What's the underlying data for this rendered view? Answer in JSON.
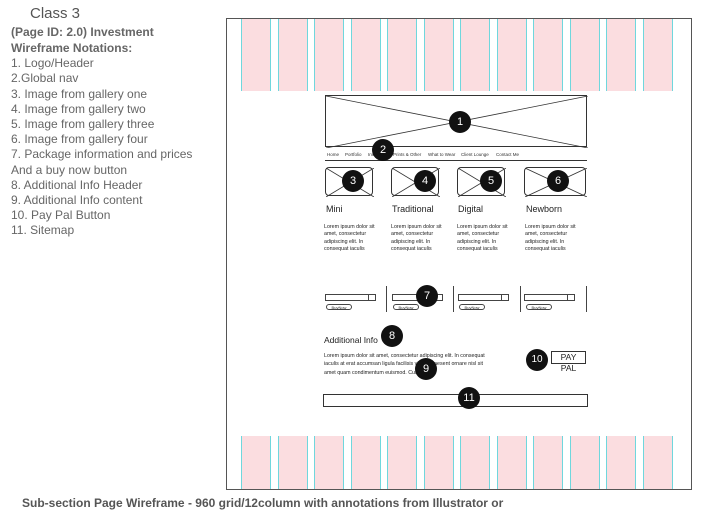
{
  "header": {
    "class_title": "Class 3",
    "page_id": "(Page ID: 2.0) Investment"
  },
  "notations": {
    "heading": "Wireframe Notations:",
    "items": [
      "1. Logo/Header",
      "2.Global nav",
      "3. Image from gallery one",
      "4. Image from gallery two",
      "5. Image from gallery three",
      "6. Image from gallery four",
      "7. Package information and prices",
      "And a buy now button",
      "8. Additional Info Header",
      "9. Additional Info content",
      "10. Pay Pal Button",
      "11. Sitemap"
    ]
  },
  "wireframe": {
    "nav_items": [
      "Home",
      "Portfolio",
      "Investment",
      "Prints & Other",
      "What to Wear",
      "Client Lounge",
      "Contact Me"
    ],
    "packages": [
      {
        "name": "Mini",
        "lorem": "Lorem ipsum dolor sit amet, consectetur adipiscing elit. In consequat iaculis",
        "buy": "BuyNow"
      },
      {
        "name": "Traditional",
        "lorem": "Lorem ipsum dolor sit amet, consectetur adipiscing elit. In consequat iaculis",
        "buy": "BuyNow"
      },
      {
        "name": "Digital",
        "lorem": "Lorem ipsum dolor sit amet, consectetur adipiscing elit. In consequat iaculis",
        "buy": "BuyNow"
      },
      {
        "name": "Newborn",
        "lorem": "Lorem ipsum dolor sit amet, consectetur adipiscing elit. In consequat iaculis",
        "buy": "BuyNow"
      }
    ],
    "additional_info_header": "Additional Info",
    "additional_info_body": "Lorem ipsum dolor sit amet, consectetur adipiscing elit. In consequat iaculis at erat accumsan ligula facilisis vitae. Praesent ornare nisl sit amet quam condimentum euismod. Cum sociis",
    "paypal_label": "PAY PAL",
    "callouts": [
      "1",
      "2",
      "3",
      "4",
      "5",
      "6",
      "7",
      "8",
      "9",
      "10",
      "11"
    ]
  },
  "caption": "Sub-section Page Wireframe - 960 grid/12column with annotations from Illustrator or"
}
